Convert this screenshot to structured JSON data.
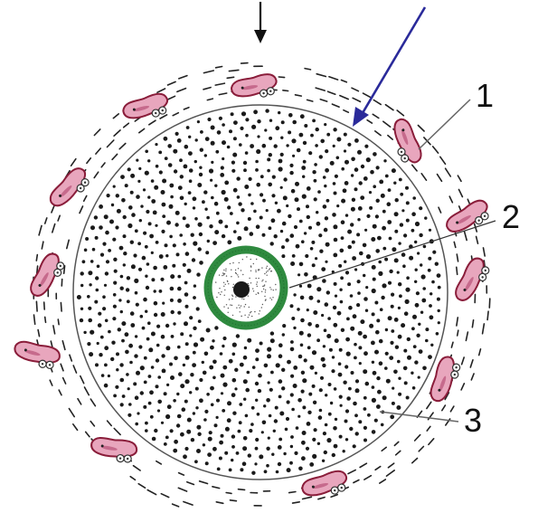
{
  "labels": {
    "label_1": "1",
    "label_2": "2",
    "label_3": "3"
  },
  "colors": {
    "paper": "#ffffff",
    "outline": "#555555",
    "dots": "#1a1a1a",
    "zona_green": "#2f8a3f",
    "cell_pink": "#e8a6bd",
    "cell_outline": "#8a1d3a",
    "arrow_blue": "#2a2a9a",
    "arrow_black": "#111111"
  },
  "icons": {
    "top_arrow": "arrow-down-icon",
    "diag_arrow": "arrow-diagonal-icon"
  }
}
